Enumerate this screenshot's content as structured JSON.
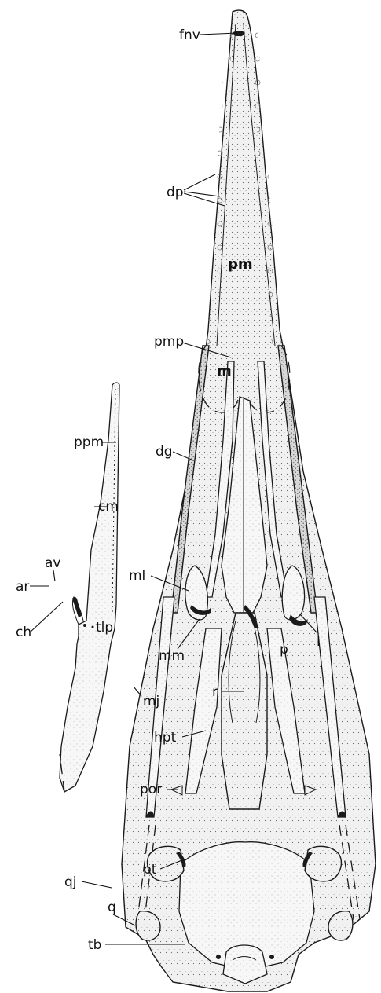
{
  "labels": {
    "fnv": "fnv",
    "dp": "dp",
    "pm": "pm",
    "pmp": "pmp",
    "m": "m",
    "ppm": "ppm",
    "dg": "dg",
    "cm": "cm",
    "av": "av",
    "ar": "ar",
    "ch": "ch",
    "tlp": "tlp",
    "ml": "ml",
    "mm": "mm",
    "l": "l",
    "p": "p",
    "mj": "mj",
    "r": "r",
    "hpt": "hpt",
    "por": "por",
    "qj": "qj",
    "pt": "pt",
    "q": "q",
    "tb": "tb"
  },
  "colors": {
    "ink": "#1a1a1a",
    "paper": "#ffffff"
  }
}
